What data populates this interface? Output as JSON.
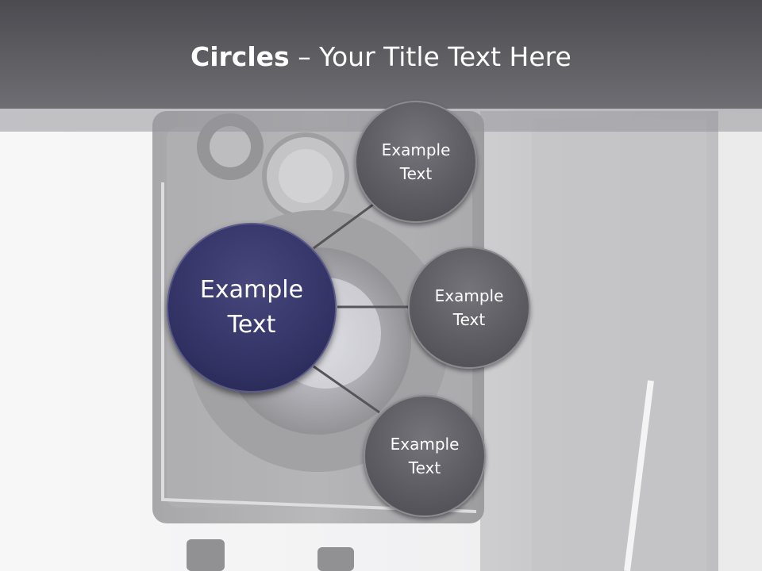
{
  "title": {
    "bold": "Circles",
    "rest": " – Your Title Text Here"
  },
  "diagram": {
    "center": {
      "label": "Example Text",
      "line1": "Example",
      "line2": "Text"
    },
    "nodes": [
      {
        "line1": "Example",
        "line2": "Text"
      },
      {
        "line1": "Example",
        "line2": "Text"
      },
      {
        "line1": "Example",
        "line2": "Text"
      }
    ]
  },
  "colors": {
    "center_fill": "#333366",
    "node_fill": "#5c5c62",
    "title_band": "#5a5a5f",
    "connector": "#55555a"
  }
}
